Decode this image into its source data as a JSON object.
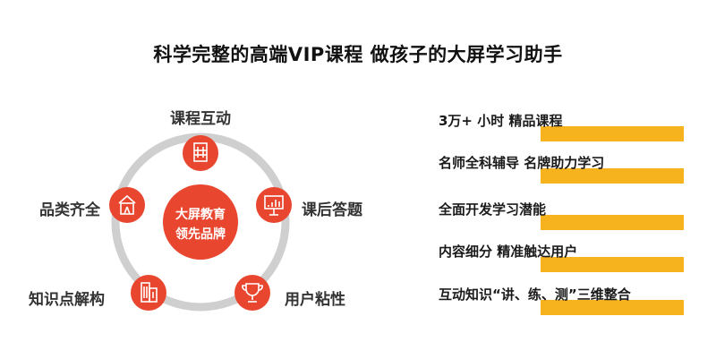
{
  "title": "科学完整的高端VIP课程 做孩子的大屏学习助手",
  "center": {
    "line1": "大屏教育",
    "line2": "领先品牌"
  },
  "nodes": [
    {
      "label": "课程互动",
      "icon": "building-icon"
    },
    {
      "label": "课后答题",
      "icon": "presentation-icon"
    },
    {
      "label": "用户粘性",
      "icon": "trophy-icon"
    },
    {
      "label": "知识点解构",
      "icon": "office-building-icon"
    },
    {
      "label": "品类齐全",
      "icon": "store-icon"
    }
  ],
  "features": [
    "3万+ 小时 精品课程",
    "名师全科辅导 名牌助力学习",
    "全面开发学习潜能",
    "内容细分 精准触达用户",
    "互动知识“讲、练、测”三维整合"
  ],
  "colors": {
    "accent": "#e8462f",
    "ring": "#cfcfcf",
    "bar": "#f7b31d",
    "text": "#333333"
  }
}
